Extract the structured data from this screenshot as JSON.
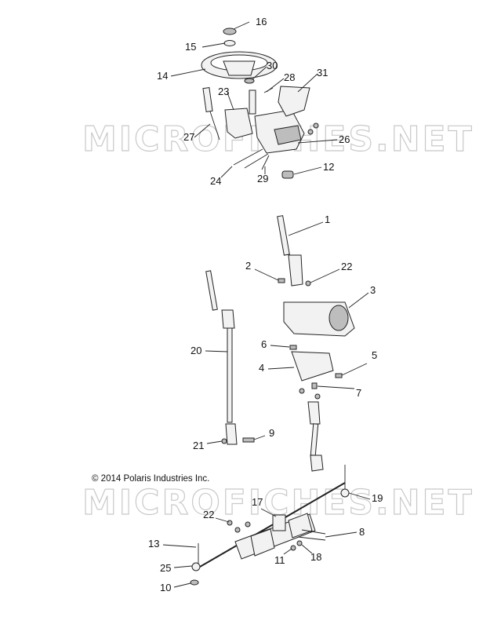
{
  "watermark": "MICROFICHES.NET",
  "copyright": "© 2014 Polaris Industries Inc.",
  "callouts": {
    "c1": "1",
    "c2": "2",
    "c3": "3",
    "c4": "4",
    "c5": "5",
    "c6": "6",
    "c7": "7",
    "c8": "8",
    "c9": "9",
    "c10": "10",
    "c11": "11",
    "c12": "12",
    "c13": "13",
    "c14": "14",
    "c15": "15",
    "c16": "16",
    "c17": "17",
    "c18": "18",
    "c19": "19",
    "c20": "20",
    "c21": "21",
    "c22a": "22",
    "c22b": "22",
    "c23": "23",
    "c24": "24",
    "c25": "25",
    "c26": "26",
    "c27": "27",
    "c28": "28",
    "c29": "29",
    "c30": "30",
    "c31": "31"
  }
}
